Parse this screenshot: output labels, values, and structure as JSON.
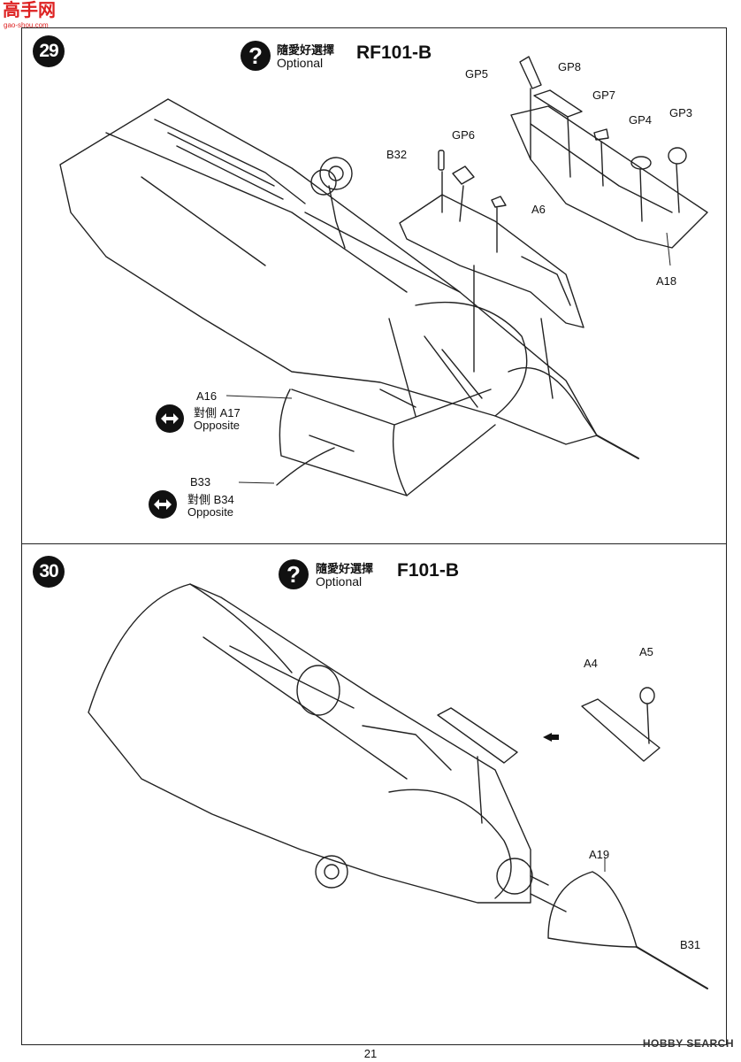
{
  "header": {
    "site_logo": "高手网",
    "site_url": "gao-shou.com"
  },
  "step29": {
    "number": "29",
    "optional_cn": "隨愛好選擇",
    "optional_en": "Optional",
    "model": "RF101-B",
    "parts": {
      "gp5": "GP5",
      "gp8": "GP8",
      "gp7": "GP7",
      "gp4": "GP4",
      "gp3": "GP3",
      "b32": "B32",
      "gp6": "GP6",
      "a6": "A6",
      "a18": "A18",
      "a16": "A16",
      "a16_opp": "對側 A17",
      "a16_opp_en": "Opposite",
      "b33": "B33",
      "b33_opp": "對側 B34",
      "b33_opp_en": "Opposite"
    }
  },
  "step30": {
    "number": "30",
    "optional_cn": "隨愛好選擇",
    "optional_en": "Optional",
    "model": "F101-B",
    "parts": {
      "a4": "A4",
      "a5": "A5",
      "a19": "A19",
      "b31": "B31"
    }
  },
  "footer": {
    "page_number": "21",
    "watermark": "HOBBY SEARCH"
  },
  "icons": {
    "optional": "question-circle-icon",
    "opposite": "double-arrow-icon",
    "direction": "left-arrow-icon"
  }
}
